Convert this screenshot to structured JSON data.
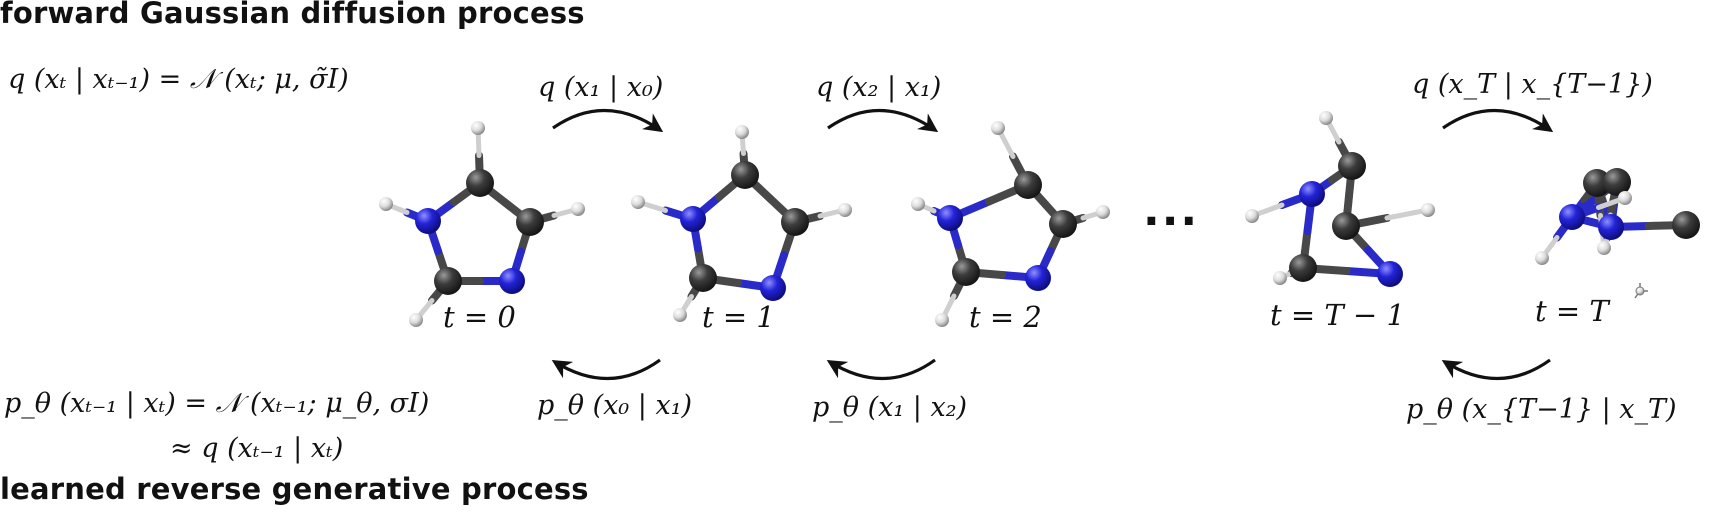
{
  "headings": {
    "forward": "forward Gaussian diffusion process",
    "reverse": "learned reverse generative process"
  },
  "equations": {
    "forward": "q (xₜ | xₜ₋₁) = 𝒩 (xₜ; μ, σ̃I)",
    "reverse_1": "p_θ (xₜ₋₁ | xₜ) = 𝒩 (xₜ₋₁; μ_θ, σI)",
    "reverse_2": "≈ q (xₜ₋₁ | xₜ)"
  },
  "forward_arrows": [
    "q (x₁ | x₀)",
    "q (x₂ | x₁)",
    "q (x_T | x_{T−1})"
  ],
  "reverse_arrows": [
    "p_θ (x₀ | x₁)",
    "p_θ (x₁ | x₂)",
    "p_θ (x_{T−1} | x_T)"
  ],
  "timesteps": [
    "t = 0",
    "t = 1",
    "t = 2",
    "t = T − 1",
    "t = T"
  ],
  "ellipsis": "···",
  "colors": {
    "carbon": "#3a3a3a",
    "nitrogen": "#2b2bd6",
    "hydrogen": "#e2e2e2",
    "bond": "#444444",
    "arrow": "#111111"
  }
}
